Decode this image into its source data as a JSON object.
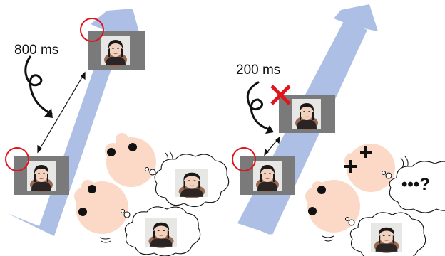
{
  "left_panel": {
    "timing_label": "800 ms"
  },
  "right_panel": {
    "timing_label": "200 ms",
    "thought_text": "•••?"
  },
  "colors": {
    "arrow_blue": "#aebfe6",
    "frame_gray": "#7a7a7a",
    "photo_bg": "#e7e7e5",
    "highlight_red": "#e0151b",
    "face_peach": "#fbd9c6",
    "ink": "#111111"
  },
  "icons": [
    "red-circle-marker",
    "red-x-mark",
    "plus-sign",
    "squiggle-arrow",
    "double-headed-arrow",
    "thought-bubble",
    "face-photo"
  ]
}
